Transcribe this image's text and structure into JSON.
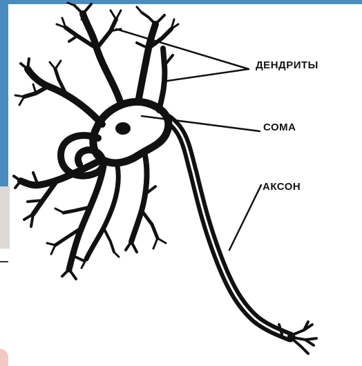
{
  "labels": {
    "dendrites": "ДЕНДРИТЫ",
    "soma": "СОМА",
    "axon": "АКСОН"
  },
  "colors": {
    "ink": "#111111",
    "background": "#ffffff",
    "edge_strip": "#4a8cc0",
    "edge_grey": "#ddd9d7",
    "edge_pink": "#f2c9c2"
  }
}
